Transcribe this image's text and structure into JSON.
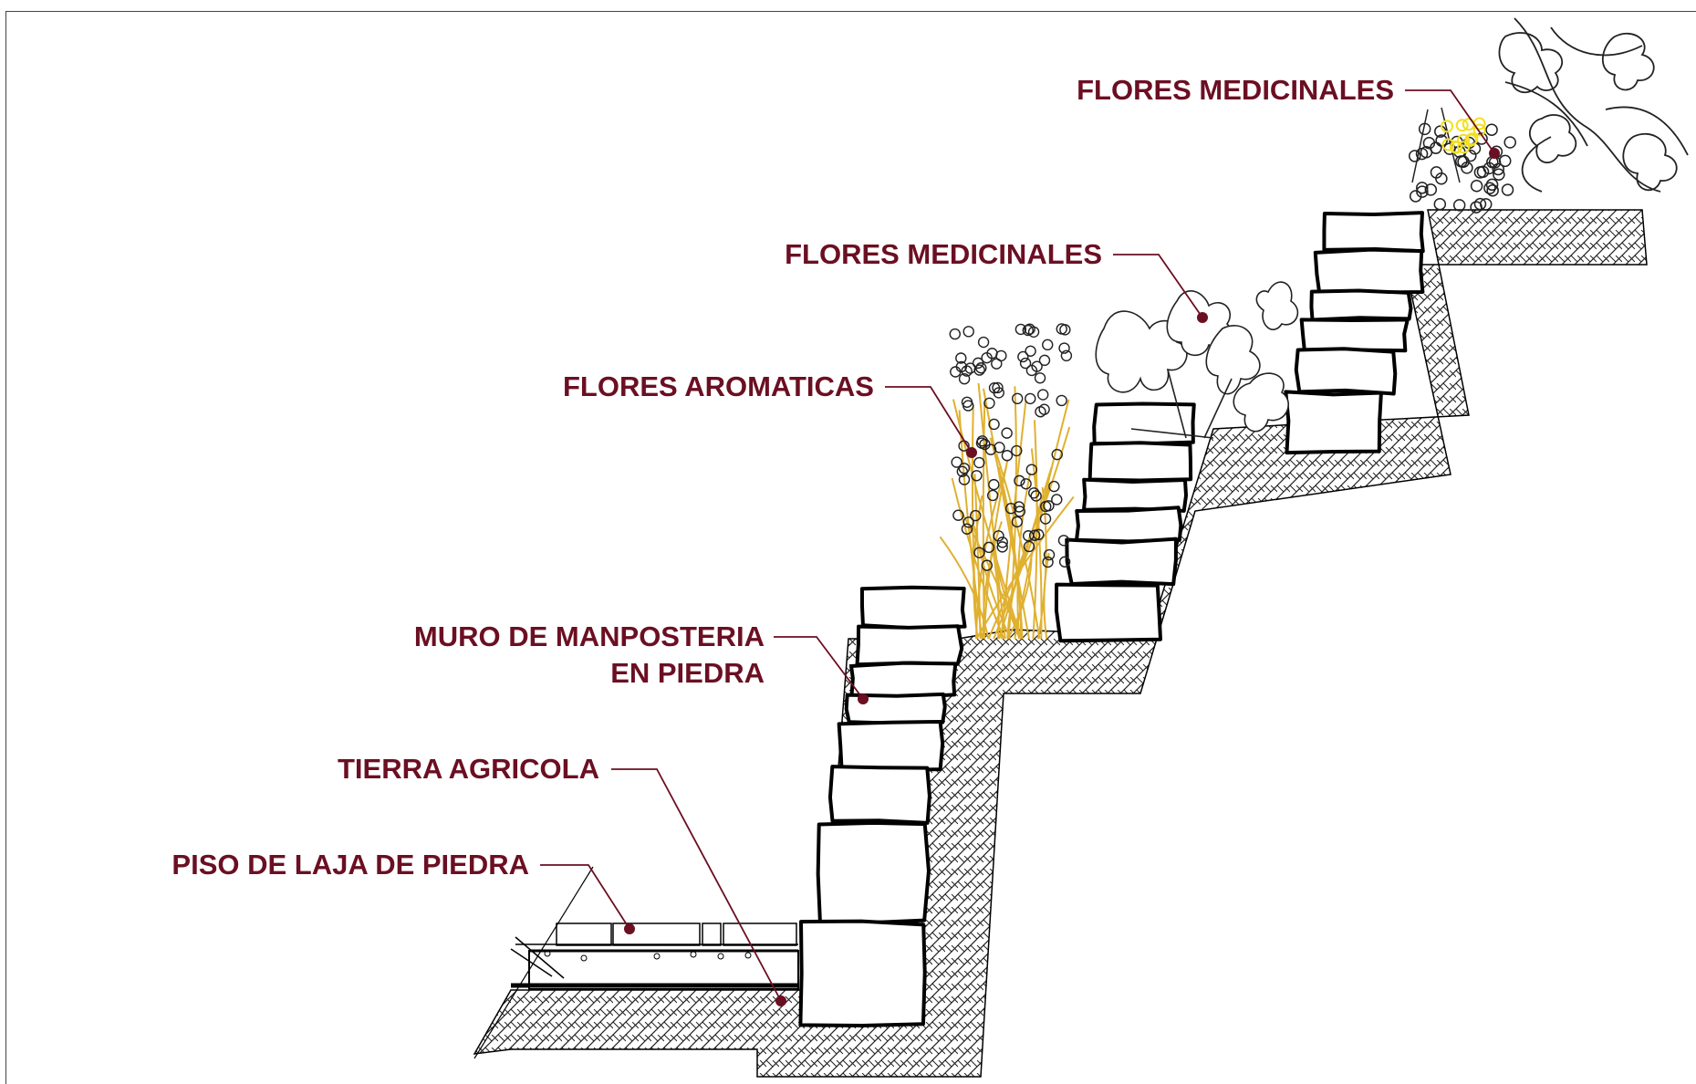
{
  "colors": {
    "label": "#6b0f22",
    "leader": "#6b0f22",
    "outline": "#000000",
    "grass": "#e0b030",
    "flowers": "#f2e020",
    "frame": "#444444"
  },
  "labels": {
    "flores_medicinales_top": "FLORES MEDICINALES",
    "flores_medicinales_mid": "FLORES MEDICINALES",
    "flores_aromaticas": "FLORES AROMATICAS",
    "muro_line1": "MURO DE MANPOSTERIA",
    "muro_line2": "EN PIEDRA",
    "tierra_agricola": "TIERRA AGRICOLA",
    "piso_laja": "PISO DE LAJA DE PIEDRA"
  },
  "icons": {
    "stone_block": "stone-block-icon",
    "grass_plant": "aromatic-grass-icon",
    "leafy_plant": "medicinal-plant-icon"
  }
}
